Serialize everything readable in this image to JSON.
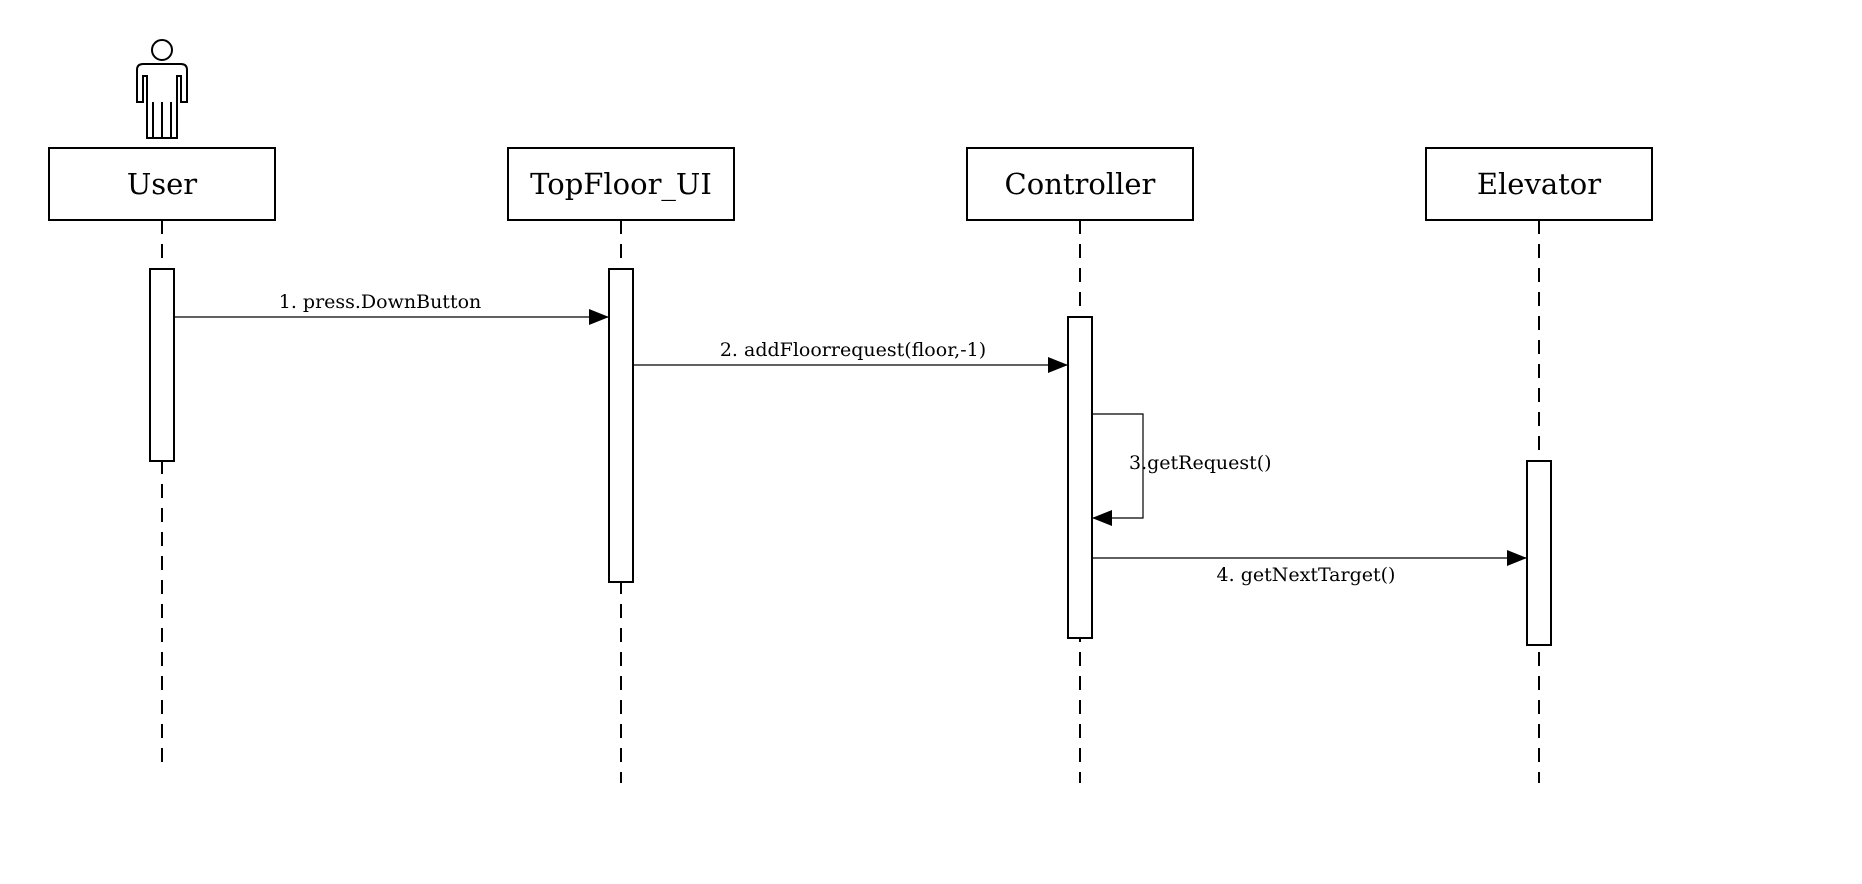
{
  "diagram": {
    "type": "sequence",
    "participants": [
      {
        "id": "user",
        "label": "User",
        "kind": "actor"
      },
      {
        "id": "topfloor-ui",
        "label": "TopFloor_UI",
        "kind": "object"
      },
      {
        "id": "controller",
        "label": "Controller",
        "kind": "object"
      },
      {
        "id": "elevator",
        "label": "Elevator",
        "kind": "object"
      }
    ],
    "messages": [
      {
        "from": "user",
        "to": "topfloor-ui",
        "label": "1. press.DownButton"
      },
      {
        "from": "topfloor-ui",
        "to": "controller",
        "label": "2. addFloorrequest(floor,-1)"
      },
      {
        "from": "controller",
        "to": "controller",
        "label": "3.getRequest()"
      },
      {
        "from": "controller",
        "to": "elevator",
        "label": "4. getNextTarget()"
      }
    ]
  }
}
